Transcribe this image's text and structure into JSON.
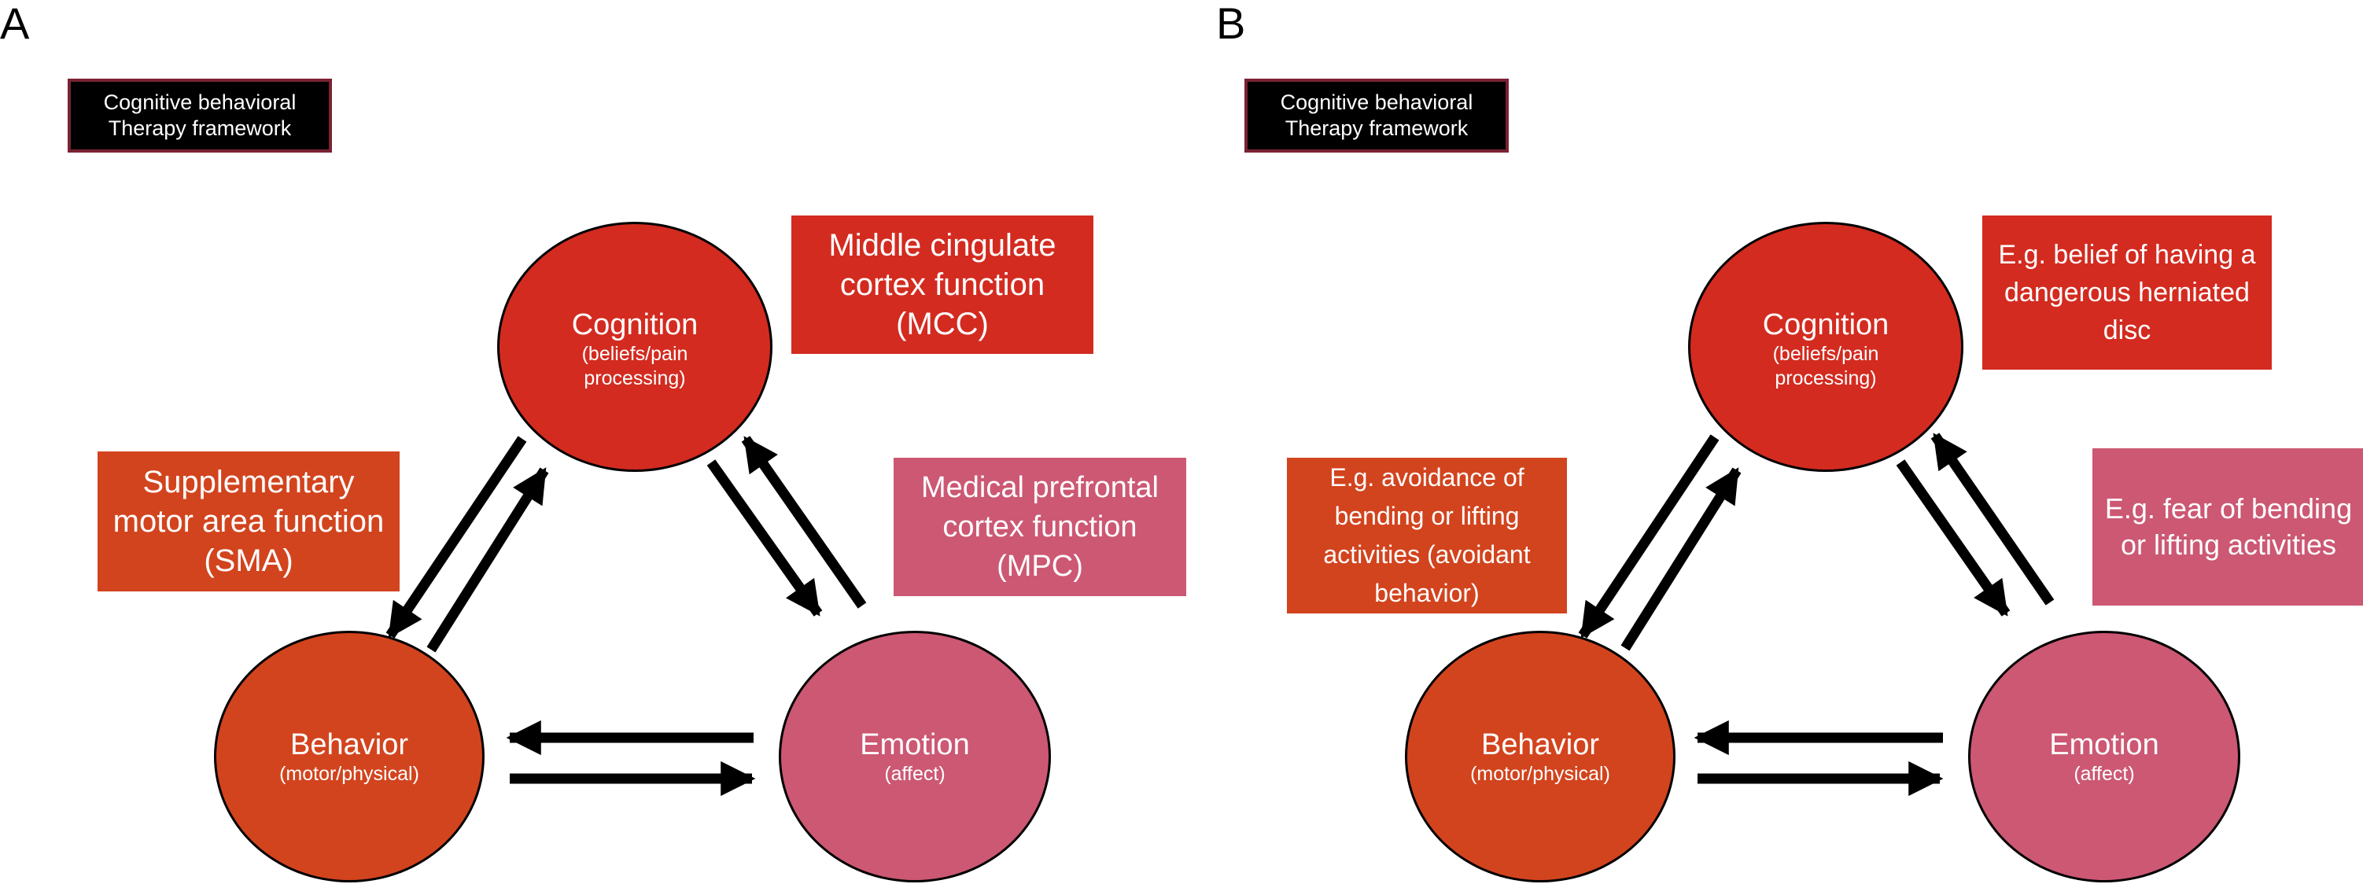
{
  "framework_label": "Cognitive behavioral Therapy framework",
  "nodes": {
    "cognition": {
      "title": "Cognition",
      "subtitle": "(beliefs/pain processing)"
    },
    "behavior": {
      "title": "Behavior",
      "subtitle": "(motor/physical)"
    },
    "emotion": {
      "title": "Emotion",
      "subtitle": "(affect)"
    }
  },
  "panels": [
    {
      "letter": "A",
      "notes": {
        "cognition": "Middle cingulate cortex function (MCC)",
        "behavior": "Supplementary motor area function (SMA)",
        "emotion": "Medical prefrontal cortex function (MPC)"
      }
    },
    {
      "letter": "B",
      "notes": {
        "cognition": "E.g. belief of having a dangerous herniated disc",
        "behavior": "E.g. avoidance of bending or lifting activities (avoidant behavior)",
        "emotion": "E.g. fear of bending or lifting activities"
      }
    }
  ],
  "colors": {
    "cognition": "#d32b20",
    "behavior": "#d2441e",
    "emotion": "#cc5873",
    "arrow": "#000000",
    "framework_box": "#000000",
    "framework_border": "#7a2233"
  }
}
